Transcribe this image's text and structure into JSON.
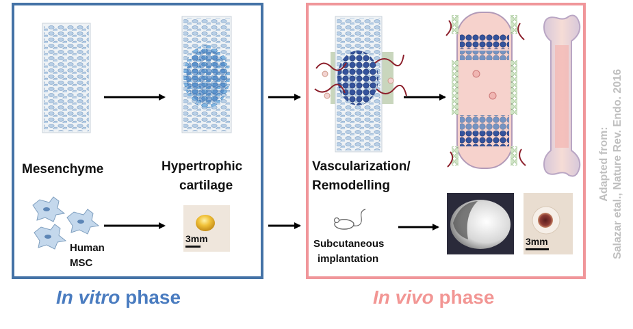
{
  "labels": {
    "mesenchyme": "Mesenchyme",
    "hypertrophic_line1": "Hypertrophic",
    "hypertrophic_line2": "cartilage",
    "vascular_line1": "Vascularization/",
    "vascular_line2": "Remodelling",
    "human_msc_line1": "Human",
    "human_msc_line2": "MSC",
    "subcut_line1": "Subcutaneous",
    "subcut_line2": "implantation",
    "scale_1": "3mm",
    "scale_2": "3mm"
  },
  "phases": {
    "vitro_italic": "In vitro",
    "vitro_rest": " phase",
    "vivo_italic": "In vivo",
    "vivo_rest": " phase"
  },
  "credit": {
    "line1": "Adapted from:",
    "line2": "Salazar etal., Nature Rev. Endo. 2016"
  },
  "colors": {
    "vitro_border": "#4472a6",
    "vivo_border": "#f0969a",
    "vitro_text": "#4a7cc0",
    "vivo_text": "#f29694"
  }
}
